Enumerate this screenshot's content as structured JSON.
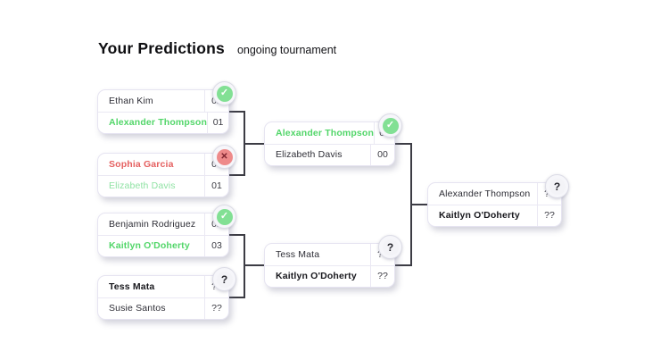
{
  "header": {
    "title": "Your Predictions",
    "subtitle": "ongoing tournament"
  },
  "icons": {
    "check": "✓",
    "x": "✕",
    "question": "?"
  },
  "colors": {
    "correct_green": "#52d669",
    "pale_green": "#90e2a4",
    "incorrect_red": "#e56060",
    "badge_green": "#82e094",
    "badge_red": "#ee8a8a",
    "badge_gray": "#f3f3f7",
    "connector": "#3c3c44",
    "card_border": "#e6e4f1"
  },
  "bracket": {
    "rounds": [
      {
        "round": 1,
        "matches": [
          {
            "status": "correct",
            "players": [
              {
                "name": "Ethan Kim",
                "score": "02",
                "highlight": "none"
              },
              {
                "name": "Alexander Thompson",
                "score": "01",
                "highlight": "green-bold"
              }
            ]
          },
          {
            "status": "incorrect",
            "players": [
              {
                "name": "Sophia Garcia",
                "score": "00",
                "highlight": "red-bold"
              },
              {
                "name": "Elizabeth Davis",
                "score": "01",
                "highlight": "green-pale"
              }
            ]
          },
          {
            "status": "correct",
            "players": [
              {
                "name": "Benjamin Rodriguez",
                "score": "02",
                "highlight": "none"
              },
              {
                "name": "Kaitlyn O'Doherty",
                "score": "03",
                "highlight": "green-bold"
              }
            ]
          },
          {
            "status": "pending",
            "players": [
              {
                "name": "Tess Mata",
                "score": "??",
                "highlight": "bold"
              },
              {
                "name": "Susie Santos",
                "score": "??",
                "highlight": "none"
              }
            ]
          }
        ]
      },
      {
        "round": 2,
        "matches": [
          {
            "status": "correct",
            "players": [
              {
                "name": "Alexander Thompson",
                "score": "02",
                "highlight": "green-bold"
              },
              {
                "name": "Elizabeth Davis",
                "score": "00",
                "highlight": "none"
              }
            ]
          },
          {
            "status": "pending",
            "players": [
              {
                "name": "Tess Mata",
                "score": "??",
                "highlight": "none"
              },
              {
                "name": "Kaitlyn O'Doherty",
                "score": "??",
                "highlight": "bold"
              }
            ]
          }
        ]
      },
      {
        "round": 3,
        "matches": [
          {
            "status": "pending",
            "players": [
              {
                "name": "Alexander Thompson",
                "score": "??",
                "highlight": "none"
              },
              {
                "name": "Kaitlyn O'Doherty",
                "score": "??",
                "highlight": "bold"
              }
            ]
          }
        ]
      }
    ]
  }
}
